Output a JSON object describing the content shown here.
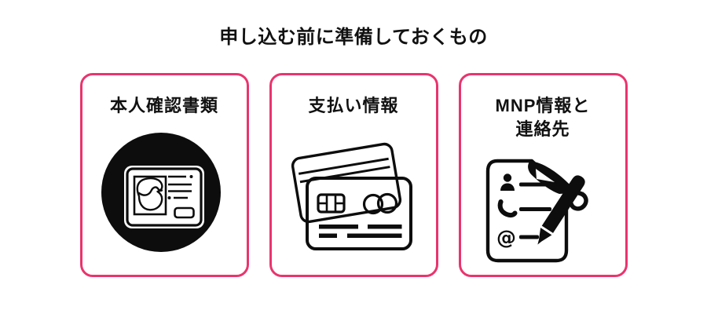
{
  "header": {
    "title": "申し込む前に準備しておくもの"
  },
  "theme": {
    "background": "#ffffff",
    "card_border_pink": "#EA346E",
    "text_color": "#111111",
    "icon_color": "#0d0d0d"
  },
  "cards": [
    {
      "id": "identity-documents",
      "title": "本人確認書類",
      "title_lines": [
        "本人確認書類"
      ],
      "icon": "id-card-in-circle-icon"
    },
    {
      "id": "payment-info",
      "title": "支払い情報",
      "title_lines": [
        "支払い情報"
      ],
      "icon": "credit-cards-icon"
    },
    {
      "id": "mnp-and-contact",
      "title": "MNP情報と連絡先",
      "title_lines": [
        "MNP情報と",
        "連絡先"
      ],
      "icon": "document-and-pen-icon"
    }
  ]
}
